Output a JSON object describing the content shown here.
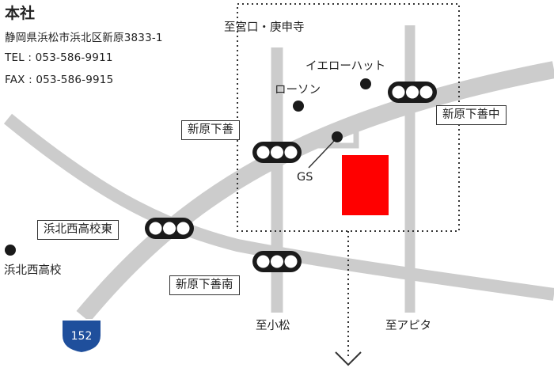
{
  "header": {
    "title": "本社",
    "address": "静岡県浜松市浜北区新原3833-1",
    "tel": "TEL : 053-586-9911",
    "fax": "FAX : 053-586-9915"
  },
  "map": {
    "directions": {
      "north": "至宮口・庚申寺",
      "south_left": "至小松",
      "south_right": "至アピタ"
    },
    "landmarks": {
      "yellow_hat": "イエローハット",
      "lawson": "ローソン",
      "gas_station": "GS",
      "school": "浜北西高校"
    },
    "intersections": {
      "shinhara_shimozen": "新原下善",
      "shinhara_shimozen_naka": "新原下善中",
      "hamakita_nishi_koko_higashi": "浜北西高校東",
      "shinhara_shimozen_minami": "新原下善南"
    },
    "route_number": "152",
    "colors": {
      "road": "#cccccc",
      "company_building": "#ff0000",
      "signal_body": "#1a1a1a",
      "route_shield": "#1f4f9c"
    }
  }
}
